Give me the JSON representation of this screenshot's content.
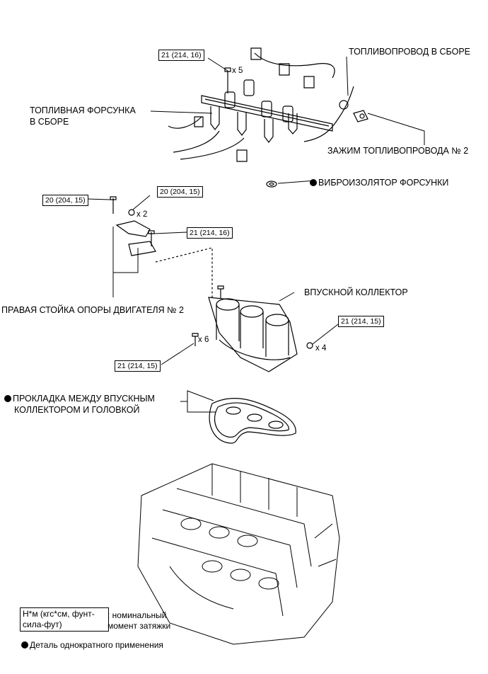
{
  "labels": {
    "fuel_rail": "ТОПЛИВОПРОВОД В СБОРЕ",
    "injector_1": "ТОПЛИВНАЯ ФОРСУНКА",
    "injector_2": "В СБОРЕ",
    "clamp": "ЗАЖИМ ТОПЛИВОПРОВОДА № 2",
    "insulator": "ВИБРОИЗОЛЯТОР ФОРСУНКИ",
    "stay": "ПРАВАЯ СТОЙКА ОПОРЫ ДВИГАТЕЛЯ № 2",
    "manifold": "ВПУСКНОЙ КОЛЛЕКТОР",
    "gasket_1": "ПРОКЛАДКА МЕЖДУ ВПУСКНЫМ",
    "gasket_2": "КОЛЛЕКТОРОМ И ГОЛОВКОЙ"
  },
  "torques": {
    "rail_bolts": "21 (214, 16)",
    "stay_bolt": "20 (204, 15)",
    "stay_nut": "20 (204, 15)",
    "stay_bolt2": "21 (214, 16)",
    "manifold_right": "21 (214, 15)",
    "manifold_left": "21 (214, 15)"
  },
  "quantities": {
    "rail_bolts": "x 5",
    "stay_nut": "x 2",
    "manifold_left": "x 6",
    "manifold_right": "x 4"
  },
  "legend": {
    "box_line1": "Н*м (кгс*см, фунт-",
    "box_line2": "сила-фут)",
    "desc_line1": ": номинальный",
    "desc_line2": "момент затяжки",
    "note": "Деталь однократного применения"
  }
}
